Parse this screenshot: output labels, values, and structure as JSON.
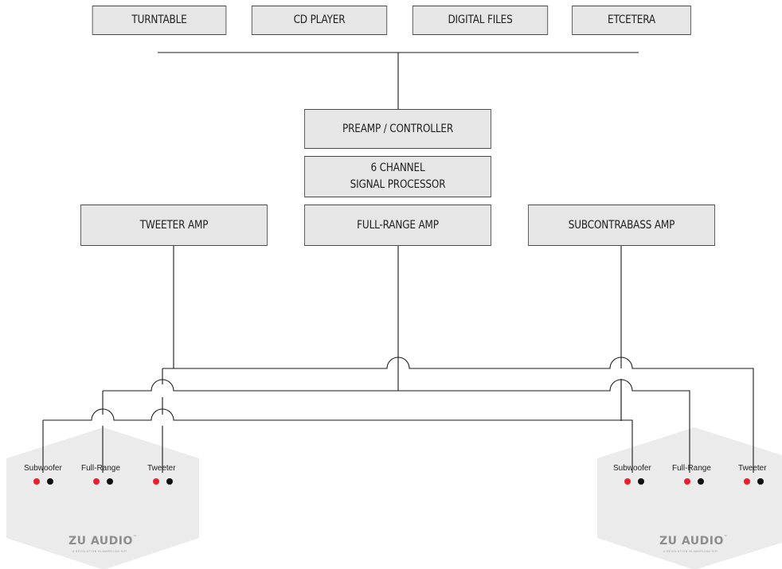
{
  "sources": [
    "TURNTABLE",
    "CD PLAYER",
    "DIGITAL FILES",
    "ETCETERA"
  ],
  "preamp": "PREAMP / CONTROLLER",
  "processor": {
    "line1": "6 CHANNEL",
    "line2": "SIGNAL PROCESSOR"
  },
  "amps": {
    "tweeter": "TWEETER AMP",
    "fullrange": "FULL-RANGE AMP",
    "subcontrabass": "SUBCONTRABASS AMP"
  },
  "speaker": {
    "terminals": [
      "Subwoofer",
      "Full-Range",
      "Tweeter"
    ],
    "brand": "ZU AUDIO",
    "trademark": "™",
    "tagline": "A REVOLUTION IN AMERICAN HIFI"
  },
  "colors": {
    "box_fill": "#e6e6e7",
    "line": "#1a1a1a",
    "speaker_fill": "#ebebeb",
    "terminal_positive": "#e8202f",
    "terminal_negative": "#111111"
  }
}
